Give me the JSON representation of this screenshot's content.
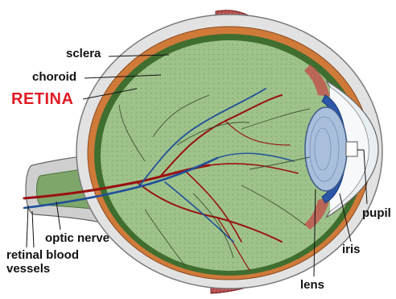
{
  "labels": {
    "sclera": "sclera",
    "choroid": "choroid",
    "retina": "RETINA",
    "optic_nerve": "optic nerve",
    "retinal_blood_vessels_line1": "retinal blood",
    "retinal_blood_vessels_line2": "vessels",
    "lens": "lens",
    "iris": "iris",
    "pupil": "pupil"
  },
  "colors": {
    "retina_label": "#e01b24",
    "sclera": "#dcdcdc",
    "choroid": "#d07a3a",
    "retina": "#3f6e2f",
    "vitreous": "#9ec28a",
    "lens": "#a9bfdc",
    "iris": "#2c56a8",
    "artery": "#9a1010",
    "vein": "#1f4f9a",
    "muscle": "#b84848"
  }
}
